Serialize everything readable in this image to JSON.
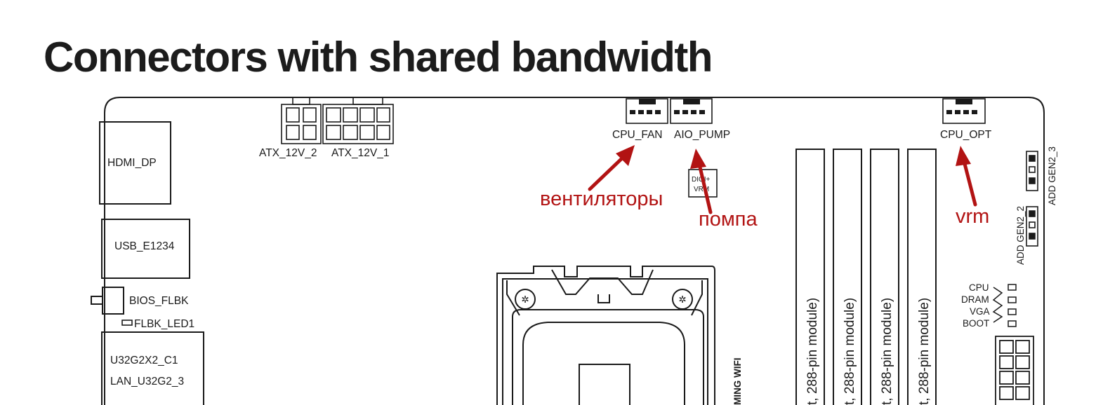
{
  "heading": "Connectors with shared bandwidth",
  "connectors": {
    "atx_12v_2": "ATX_12V_2",
    "atx_12v_1": "ATX_12V_1",
    "cpu_fan": "CPU_FAN",
    "aio_pump": "AIO_PUMP",
    "cpu_opt": "CPU_OPT",
    "digi_vrm_line1": "DIGI+",
    "digi_vrm_line2": "VRM",
    "add_gen2_3": "ADD GEN2_3",
    "add_gen2_2": "ADD GEN2_2",
    "hdmi_dp": "HDMI_DP",
    "usb_e1234": "USB_E1234",
    "bios_flbk": "BIOS_FLBK",
    "flbk_led1": "FLBK_LED1",
    "u32g2x2_c1": "U32G2X2_C1",
    "lan_u32g2_3": "LAN_U32G2_3",
    "board_text": "MING WIFI"
  },
  "leds": [
    "CPU",
    "DRAM",
    "VGA",
    "BOOT"
  ],
  "dimm_label": "t, 288-pin module)",
  "annotations": {
    "fans": "вентиляторы",
    "pump": "помпа",
    "vrm": "vrm"
  },
  "colors": {
    "annotation": "#b21313",
    "line": "#1a1a1a",
    "background": "#ffffff"
  }
}
